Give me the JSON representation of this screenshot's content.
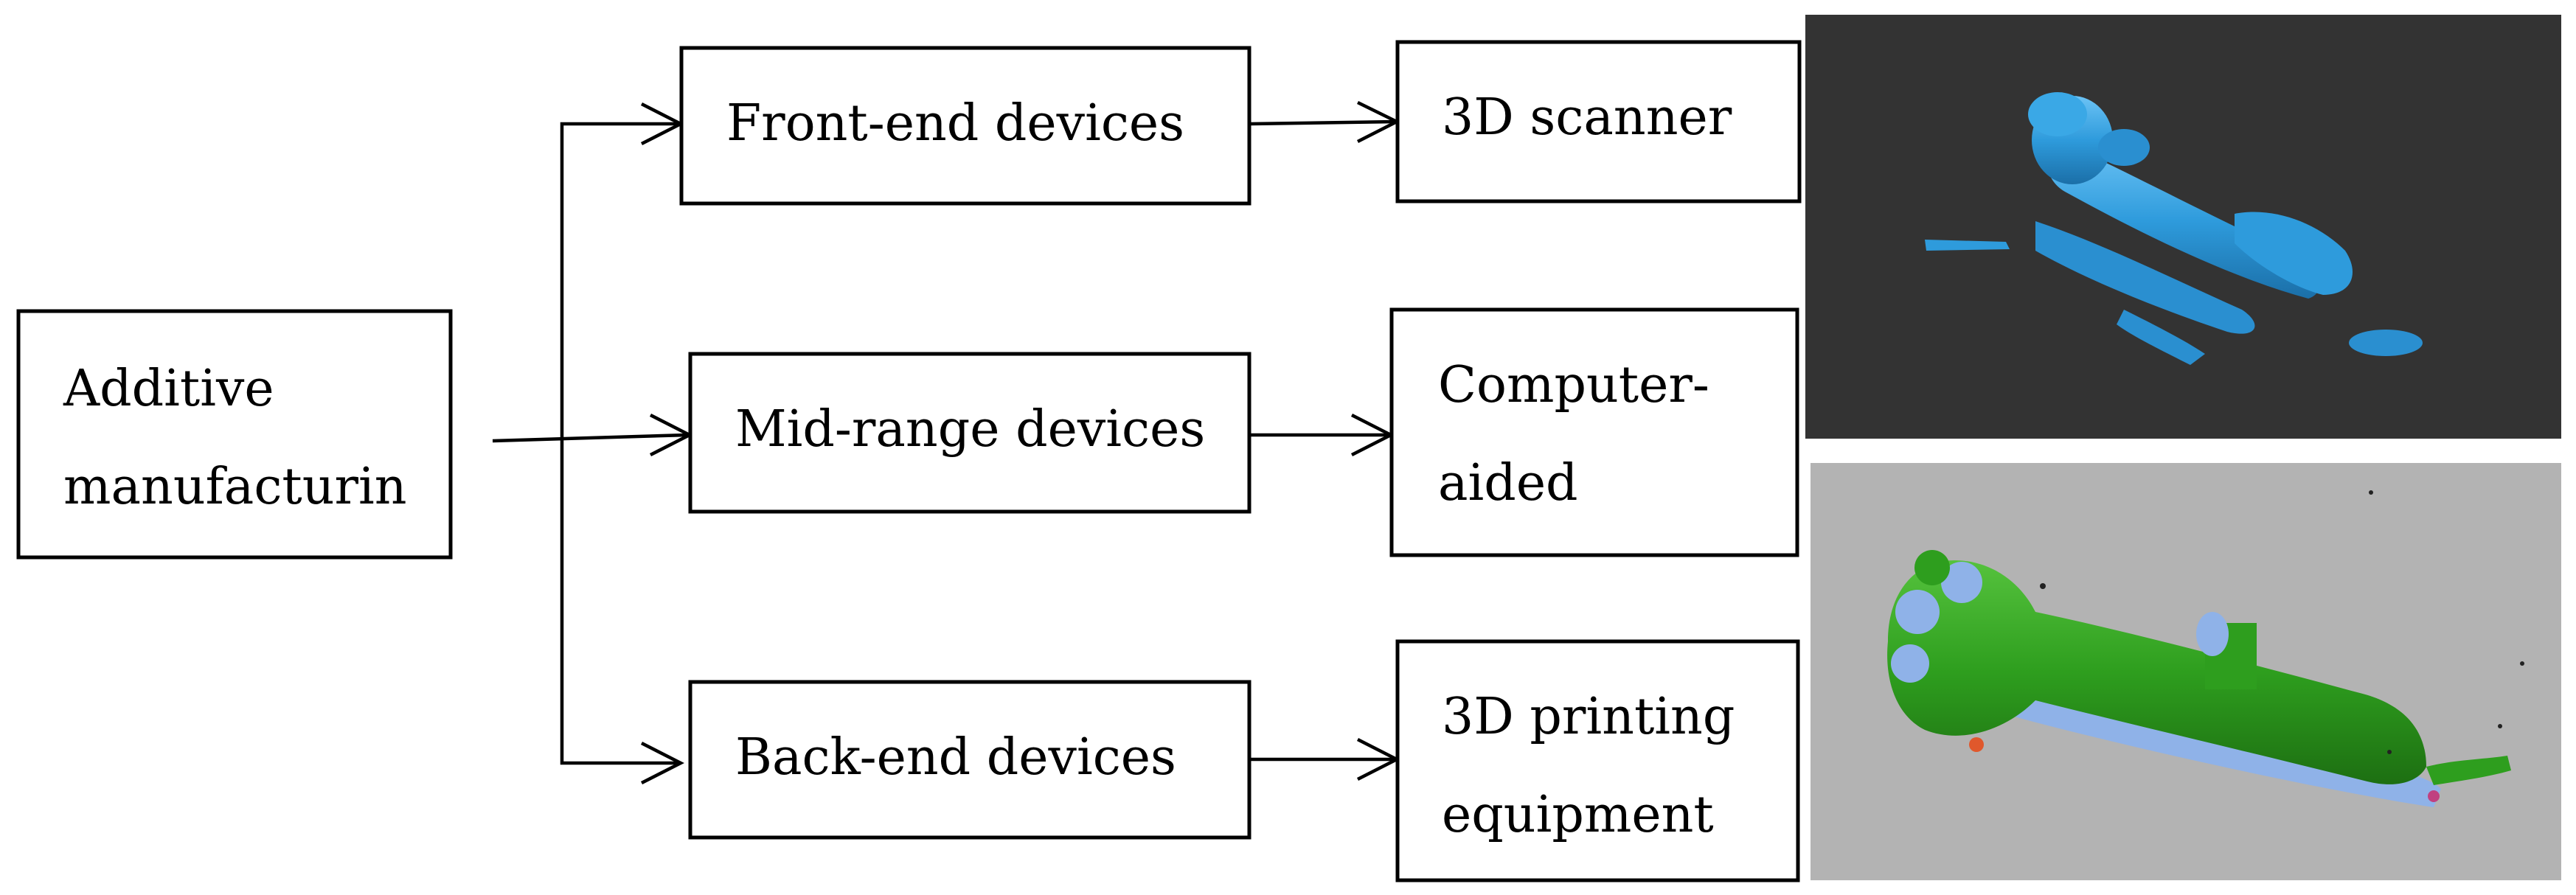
{
  "nodes": {
    "root": {
      "line1": "Additive",
      "line2": "manufacturin"
    },
    "front_end": {
      "label": "Front-end devices"
    },
    "mid_range": {
      "label": "Mid-range devices"
    },
    "back_end": {
      "label": "Back-end devices"
    },
    "scanner": {
      "label": "3D scanner"
    },
    "cad": {
      "line1": "Computer-",
      "line2": "aided"
    },
    "printer": {
      "line1": "3D printing",
      "line2": "equipment"
    }
  },
  "images": {
    "scan_top": {
      "subject": "blue 3D scan mesh",
      "background": "#333333",
      "color": "#2E9BDC"
    },
    "scan_bottom": {
      "subject": "green and blue comparison mesh",
      "background": "#B3B3B3",
      "green": "#2E9E1E",
      "blue": "#8FB2E8"
    }
  }
}
